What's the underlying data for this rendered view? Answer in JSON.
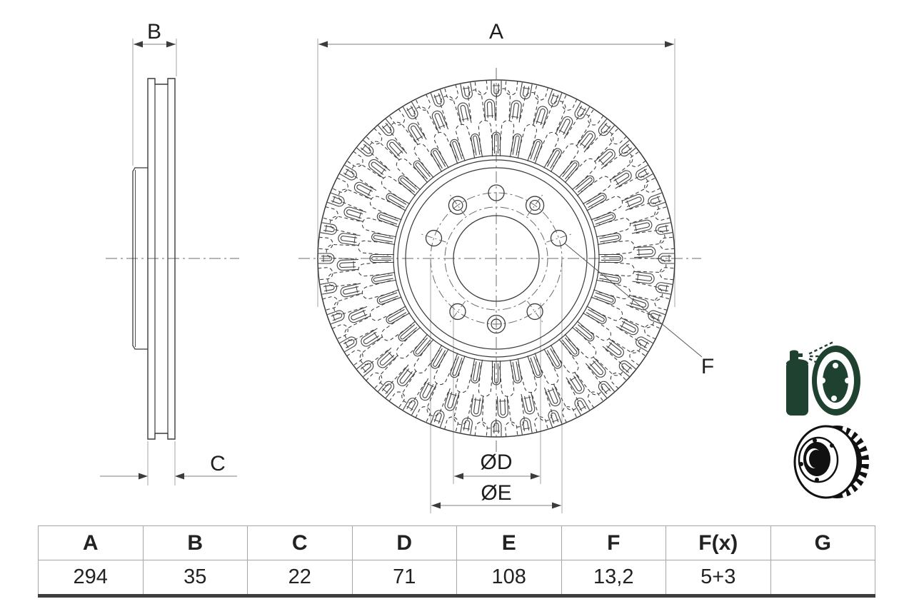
{
  "drawing": {
    "dim_labels": {
      "a": "A",
      "b": "B",
      "c": "C",
      "f": "F",
      "d": "ØD",
      "e": "ØE"
    },
    "views": {
      "front_view": "brake-disc-front-view",
      "side_view": "brake-disc-cross-section"
    },
    "bolt_holes": {
      "main_count": 5,
      "secondary_count": 3
    }
  },
  "table": {
    "headers": [
      "A",
      "B",
      "C",
      "D",
      "E",
      "F",
      "F(x)",
      "G"
    ],
    "values": [
      "294",
      "35",
      "22",
      "71",
      "108",
      "13,2",
      "5+3",
      ""
    ]
  },
  "icons": {
    "coating_spray": "spray-coated-disc-icon",
    "ventilated_disc": "ventilated-brake-disc-icon"
  },
  "colors": {
    "object_line": "#3a3a3a",
    "pattern_line": "#404040",
    "dim_line": "#828282",
    "ext_line": "#9a9a9a",
    "center_line": "#6b6b6b",
    "arrow": "#3c3c3c",
    "icon_green": "#1f4230",
    "icon_black": "#111111"
  }
}
